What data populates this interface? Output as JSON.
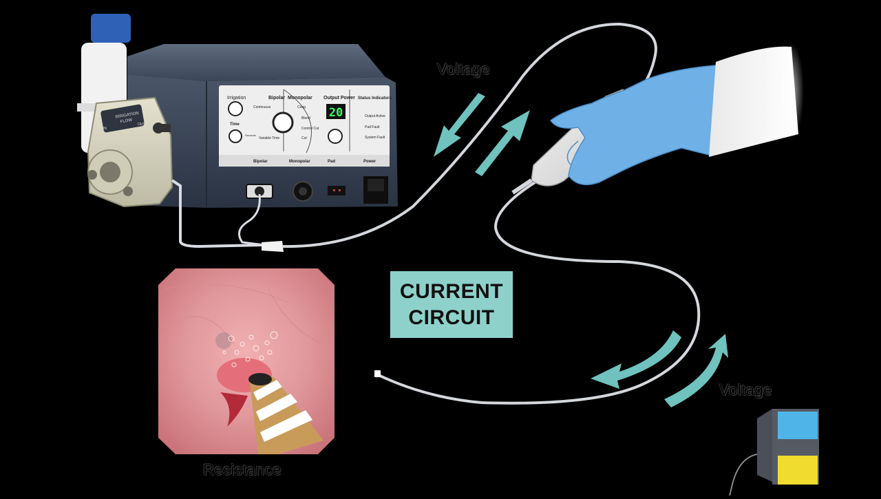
{
  "labels": {
    "voltage_top": "Voltage",
    "voltage_bottom": "Voltage",
    "resistance": "Resistance",
    "circuit_line1": "CURRENT",
    "circuit_line2": "CIRCUIT"
  },
  "pump": {
    "label_line1": "IRRIGATION",
    "label_line2": "FLOW",
    "in": "IN",
    "out": "OUT"
  },
  "panel": {
    "irrigation": "Irrigation",
    "time": "Time",
    "bipolar": "Bipolar",
    "continuous": "Continuous",
    "variable_time": "Variable Time",
    "monopolar": "Monopolar",
    "coag": "Coag",
    "blend": "Blend",
    "control_cut": "Control Cut",
    "cut": "Cut",
    "output_power": "Output Power",
    "power_value": "20",
    "status_indicators": "Status Indicators",
    "output_active": "Output Active",
    "pad_fault": "Pad Fault",
    "system_fault": "System Fault",
    "seconds": "Seconds",
    "bottom_bipolar": "Bipolar",
    "bottom_monopolar": "Monopolar",
    "bottom_pad": "Pad",
    "bottom_power": "Power"
  },
  "colors": {
    "accent_teal": "#6fc2bd",
    "box_fill": "#8ed1cb",
    "glove_blue": "#6fb0e6",
    "device_body": "#2d3848",
    "display_green": "#39ff5a"
  }
}
